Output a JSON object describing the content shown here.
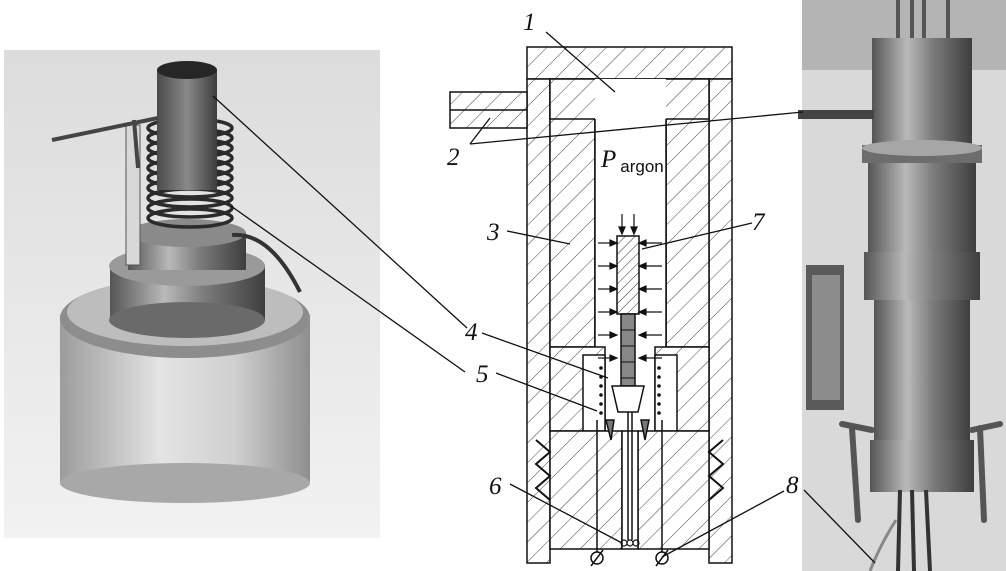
{
  "labels": {
    "l1": "1",
    "l2": "2",
    "l3": "3",
    "l4": "4",
    "l5": "5",
    "l6": "6",
    "l7": "7",
    "l8": "8"
  },
  "pressure": {
    "symbol": "P",
    "subscript": "argon"
  }
}
